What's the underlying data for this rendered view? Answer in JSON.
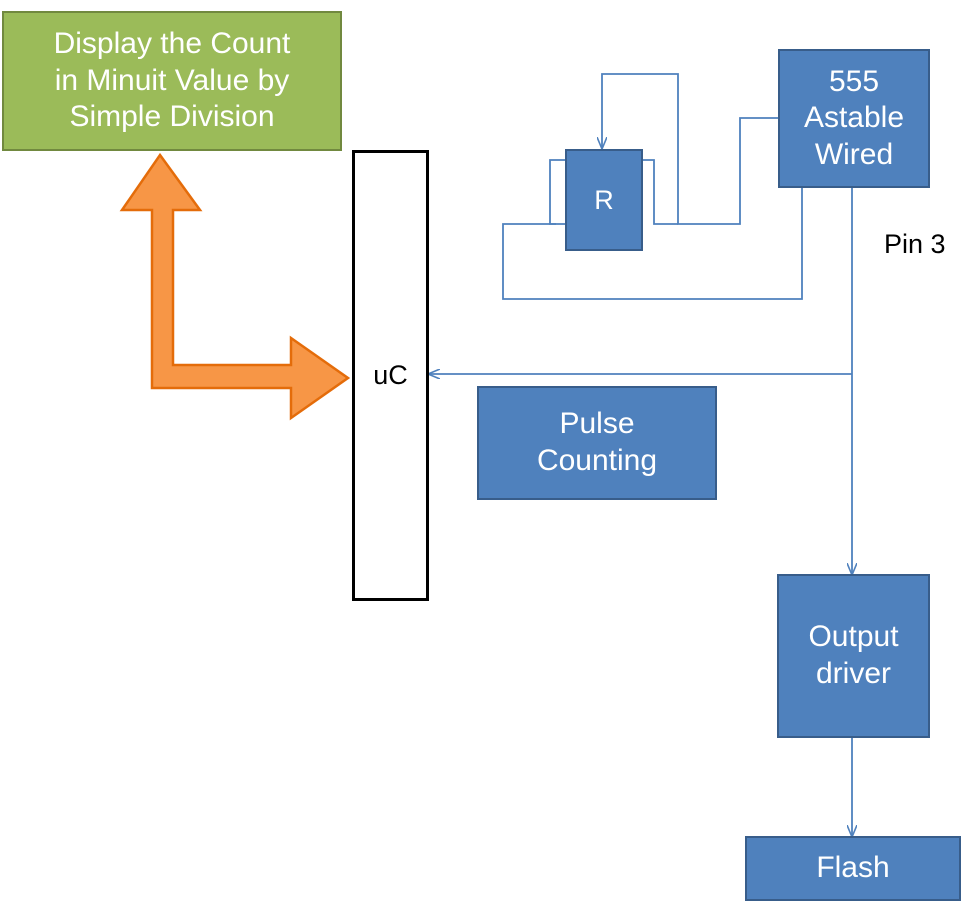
{
  "display_box": {
    "text": "Display the Count\nin Minuit Value by\nSimple Division"
  },
  "uc_block": {
    "label": "uC"
  },
  "timer_box": {
    "text": "555\nAstable\nWired"
  },
  "resistor_box": {
    "label": "R"
  },
  "pin_label": {
    "text": "Pin 3"
  },
  "pulse_box": {
    "text": "Pulse\nCounting"
  },
  "driver_box": {
    "text": "Output\ndriver"
  },
  "flash_box": {
    "label": "Flash"
  },
  "colors": {
    "box_fill": "#4f81bd",
    "box_border": "#385d8a",
    "display_fill": "#9bbb59",
    "display_border": "#71893f",
    "arrow_fill": "#f79646",
    "arrow_border": "#e46c0a",
    "wire": "#4f81bd"
  }
}
